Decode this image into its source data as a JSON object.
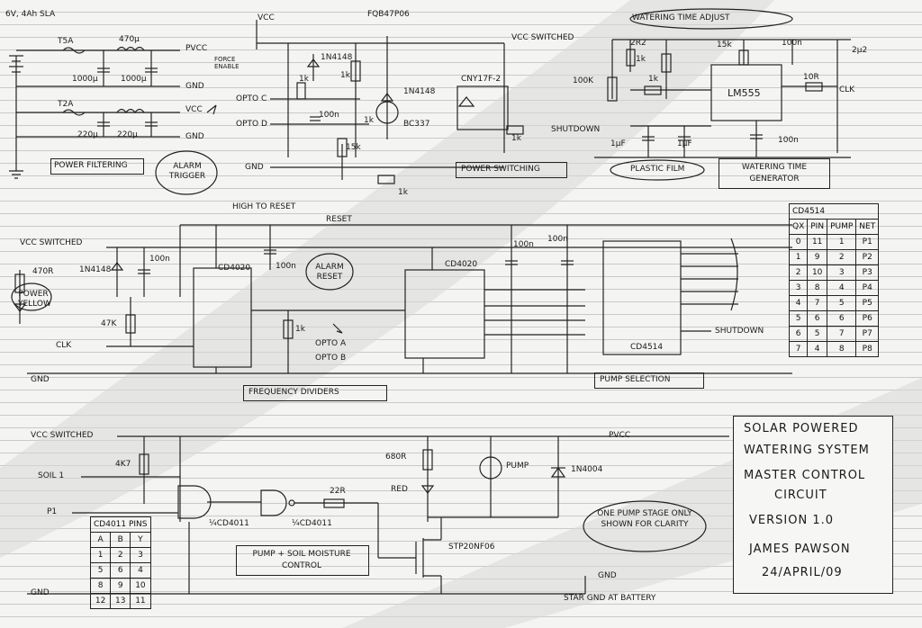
{
  "title_block": {
    "line1": "SOLAR POWERED",
    "line2": "WATERING SYSTEM",
    "line3": "MASTER CONTROL",
    "line4": "CIRCUIT",
    "version": "VERSION 1.0",
    "author": "JAMES PAWSON",
    "date": "24/APRIL/09"
  },
  "sections": {
    "power_filtering": "POWER FILTERING",
    "power_switching": "POWER SWITCHING",
    "watering_time_generator": "WATERING TIME GENERATOR",
    "frequency_dividers": "FREQUENCY DIVIDERS",
    "pump_selection": "PUMP SELECTION",
    "pump_soil_control": "PUMP + SOIL MOISTURE CONTROL"
  },
  "callouts": {
    "alarm_trigger": "ALARM TRIGGER",
    "alarm_reset": "ALARM RESET",
    "force_enable": "FORCE ENABLE",
    "watering_time_adjust": "WATERING TIME ADJUST",
    "plastic_film": "PLASTIC FILM",
    "high_to_reset": "HIGH TO RESET",
    "one_pump_stage": "ONE PUMP STAGE ONLY SHOWN FOR CLARITY",
    "star_gnd": "STAR GND AT BATTERY",
    "power_yellow": "POWER YELLOW"
  },
  "nets": {
    "pvcc": "PVCC",
    "gnd": "GND",
    "vcc": "VCC",
    "vcc_switched": "VCC SWITCHED",
    "opto_c": "OPTO C",
    "opto_d": "OPTO D",
    "opto_a": "OPTO A",
    "opto_b": "OPTO B",
    "shutdown": "SHUTDOWN",
    "clk": "CLK",
    "reset": "RESET",
    "soil1": "SOIL 1",
    "p1": "P1"
  },
  "components": {
    "battery": "6V, 4Ah SLA",
    "fuse1": "T5A",
    "fuse2": "T2A",
    "l1": "470µ",
    "c1": "1000µ",
    "c2": "1000µ",
    "c3": "220µ",
    "c4": "220µ",
    "mosfet1": "FQB47P06",
    "d1": "1N4148",
    "d2": "1N4148",
    "r1k_a": "1k",
    "r1k_b": "1k",
    "r1k_c": "1k",
    "c100n_a": "100n",
    "r15k_a": "15k",
    "bc337": "BC337",
    "r1k_d": "1k",
    "cny17": "CNY17F-2",
    "r1k_e": "1k",
    "r2r2": "2R2",
    "r100k": "100K",
    "r1k_f": "1k",
    "r1k_g": "1k",
    "c1uf_a": "1µF",
    "c1uf_b": "1µF",
    "r15k_b": "15k",
    "lm555": "LM555",
    "c100n_b": "100n",
    "c2u2": "2µ2",
    "r10r": "10R",
    "c100n_c": "100n",
    "r470r": "470R",
    "d3": "1N4148",
    "c100n_d": "100n",
    "r47k": "47K",
    "cd4020a": "CD4020",
    "c100n_e": "100n",
    "r1k_h": "1k",
    "cd4020b": "CD4020",
    "c100n_f": "100n",
    "c100n_g": "100n",
    "cd4514": "CD4514",
    "r4k7": "4K7",
    "nand1": "¼CD4011",
    "nand2": "¼CD4011",
    "r22r": "22R",
    "r680r": "680R",
    "led_red": "RED",
    "pump": "PUMP",
    "d4": "1N4004",
    "mosfet2": "STP20NF06"
  },
  "cd4514_table": {
    "title": "CD4514",
    "headers": [
      "QX",
      "PIN",
      "PUMP",
      "NET"
    ],
    "rows": [
      [
        "0",
        "11",
        "1",
        "P1"
      ],
      [
        "1",
        "9",
        "2",
        "P2"
      ],
      [
        "2",
        "10",
        "3",
        "P3"
      ],
      [
        "3",
        "8",
        "4",
        "P4"
      ],
      [
        "4",
        "7",
        "5",
        "P5"
      ],
      [
        "5",
        "6",
        "6",
        "P6"
      ],
      [
        "6",
        "5",
        "7",
        "P7"
      ],
      [
        "7",
        "4",
        "8",
        "P8"
      ]
    ]
  },
  "cd4011_table": {
    "title": "CD4011 PINS",
    "headers": [
      "A",
      "B",
      "Y"
    ],
    "rows": [
      [
        "1",
        "2",
        "3"
      ],
      [
        "5",
        "6",
        "4"
      ],
      [
        "8",
        "9",
        "10"
      ],
      [
        "12",
        "13",
        "11"
      ]
    ]
  }
}
